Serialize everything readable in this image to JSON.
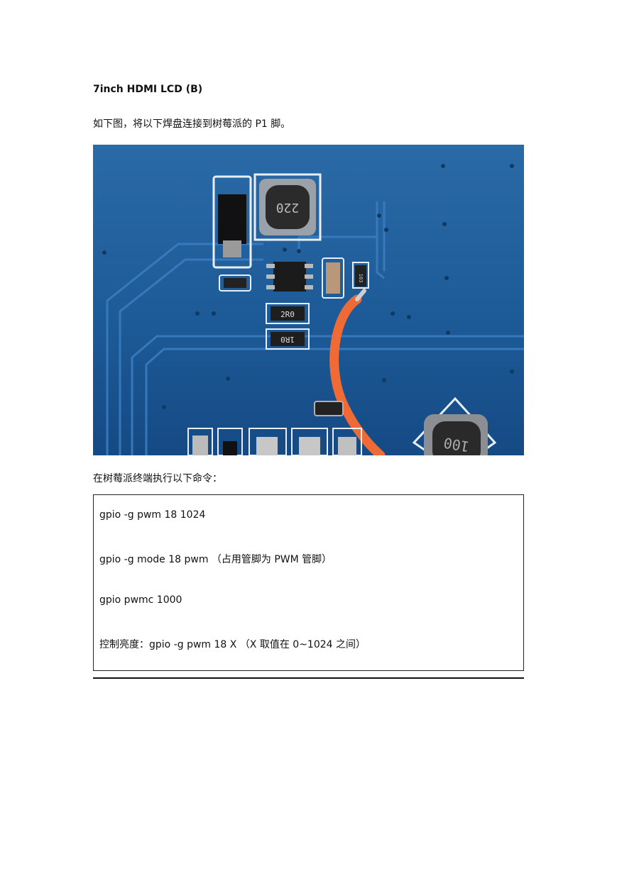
{
  "doc": {
    "title": "7inch HDMI LCD (B)",
    "intro": "如下图，将以下焊盘连接到树莓派的 P1 脚。",
    "cmd_intro": "在树莓派终端执行以下命令：",
    "commands": [
      "gpio -g pwm 18 1024",
      "gpio -g mode 18 pwm  （占用管脚为 PWM 管脚）",
      "gpio pwmc 1000",
      "控制亮度：gpio -g pwm 18 X  （X 取值在 0~1024 之间）"
    ]
  },
  "photo": {
    "labels": {
      "inductor_top": "220",
      "resistor_a": "2R0",
      "resistor_b": "1R0",
      "small_resistor": "103",
      "inductor_bottom": "100"
    },
    "colors": {
      "pcb_blue": "#1f5e9c",
      "pcb_dark": "#164a80",
      "trace": "#2a6db0",
      "wire": "#f06a35",
      "silk": "#e8eef5"
    }
  }
}
